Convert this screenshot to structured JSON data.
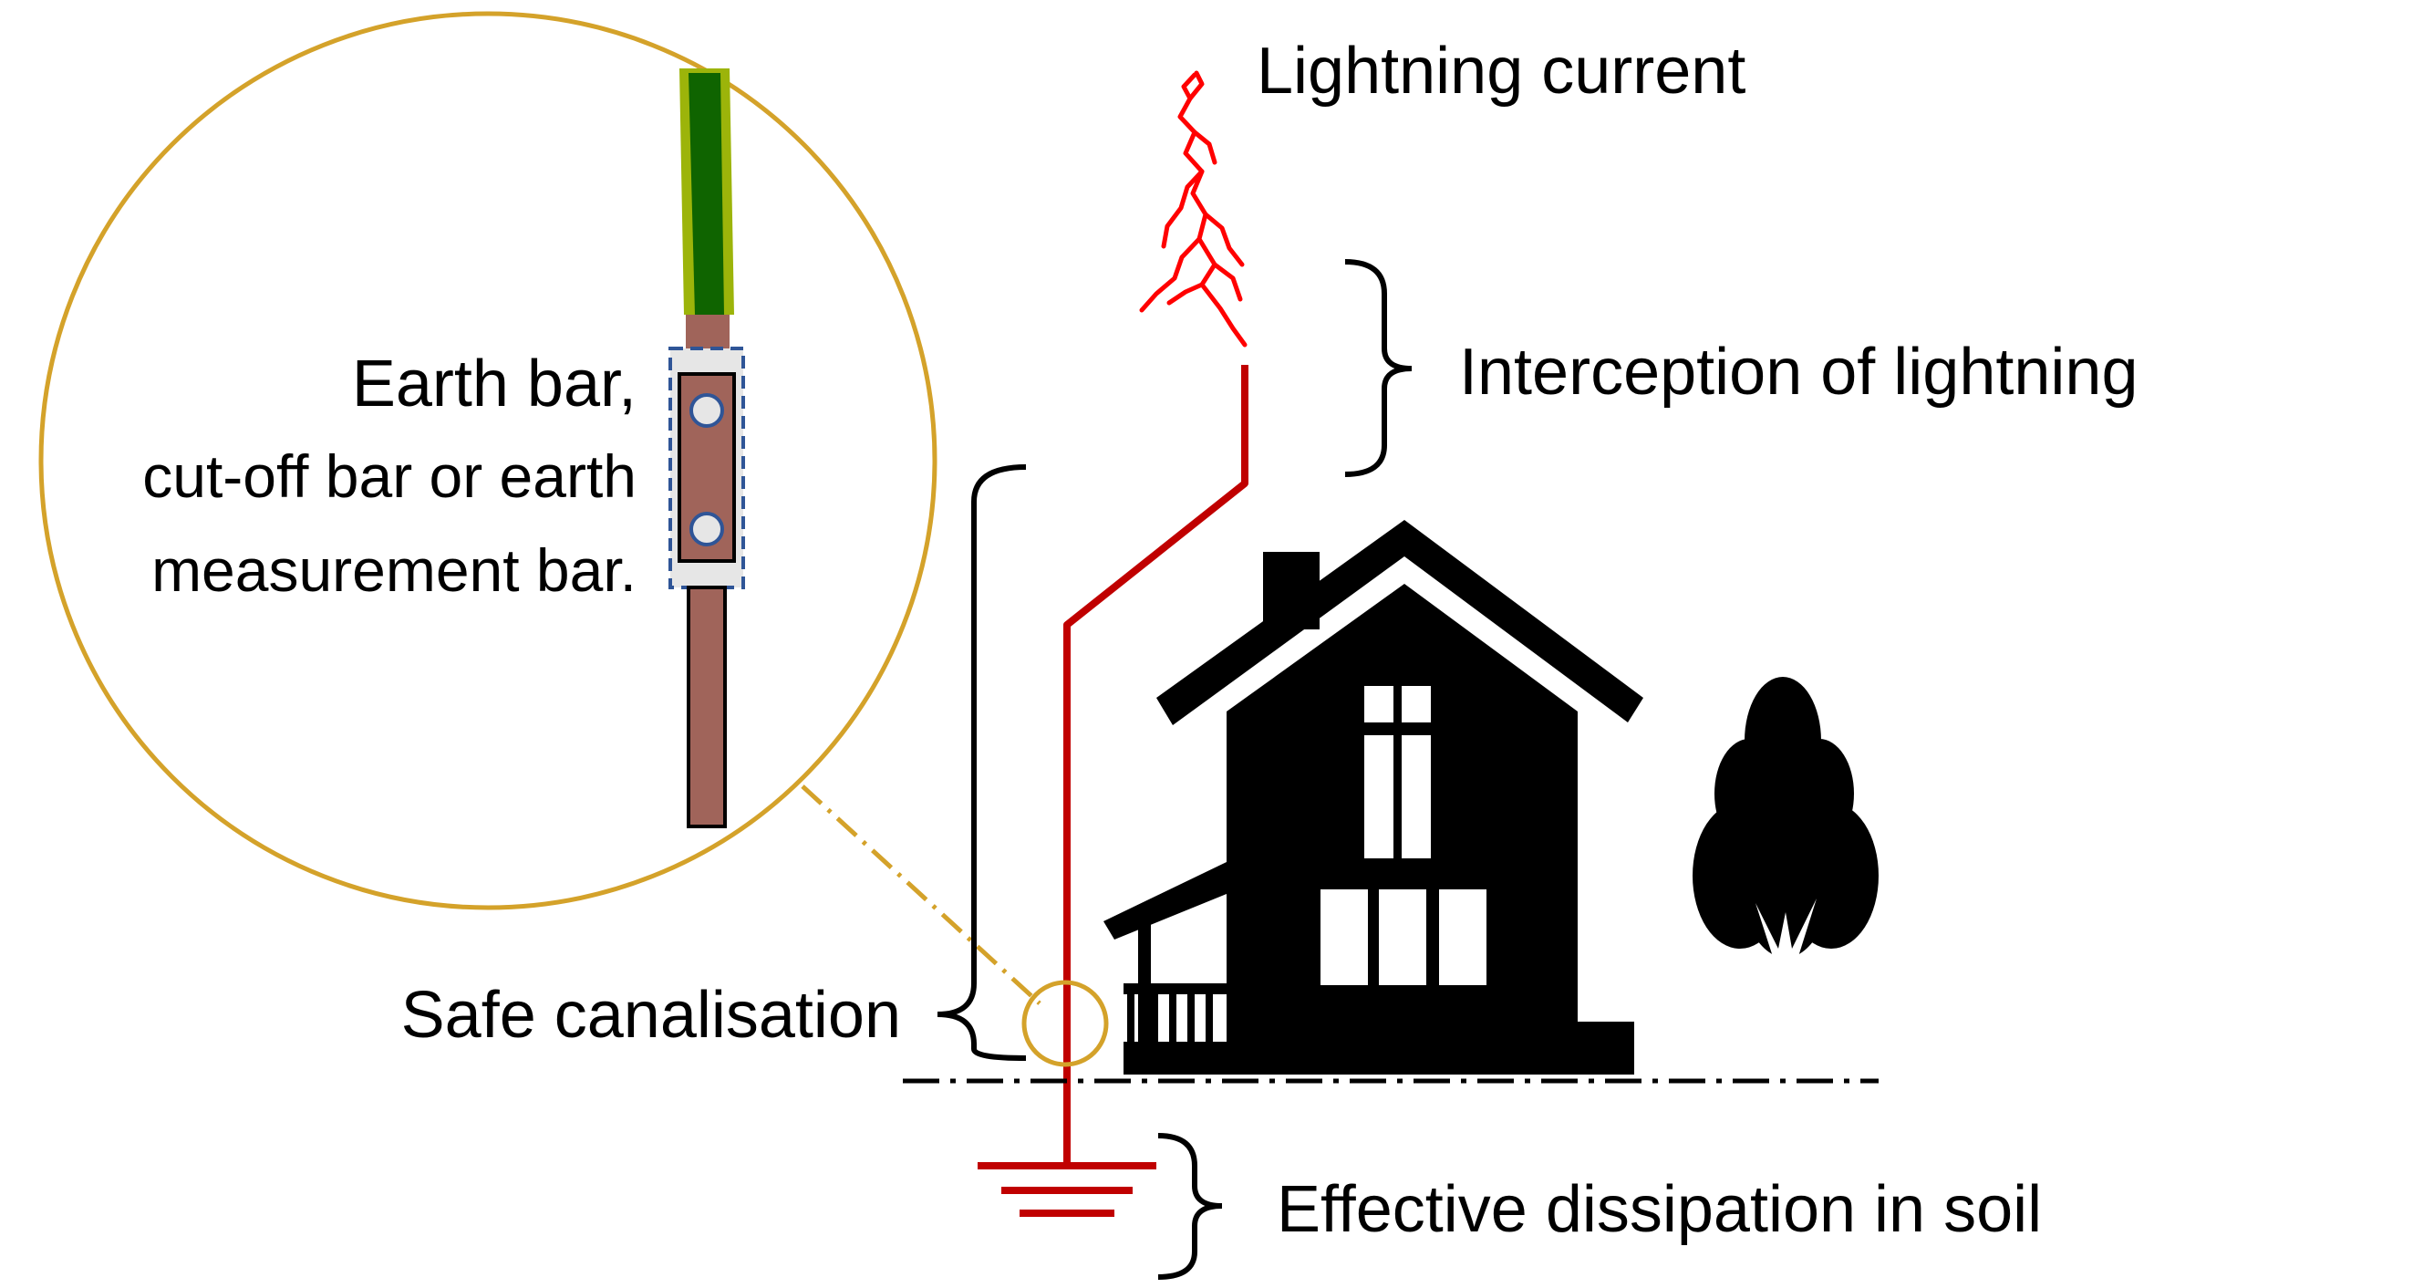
{
  "labels": {
    "lightning_current": "Lightning current",
    "interception": "Interception of lightning",
    "earth_bar_line1": "Earth bar,",
    "earth_bar_line2": "cut-off bar or earth",
    "earth_bar_line3": "measurement bar.",
    "safe_canalisation": "Safe canalisation",
    "dissipation": "Effective dissipation in soil"
  },
  "icons": {
    "house": "house-icon",
    "tree": "tree-icon",
    "lightning": "lightning-bolt-icon",
    "ground": "ground-symbol-icon",
    "earth_bar": "earth-bar-icon"
  },
  "colors": {
    "conductor": "#c00000",
    "lightning": "#ff0000",
    "magnifier": "#d4a22a",
    "copper": "#a0645a",
    "cable_green": "#0f6400",
    "cable_yellow": "#9cb40a",
    "clamp_border": "#2f5597",
    "clamp_fill": "#e6e6e6",
    "silhouette": "#000000"
  }
}
